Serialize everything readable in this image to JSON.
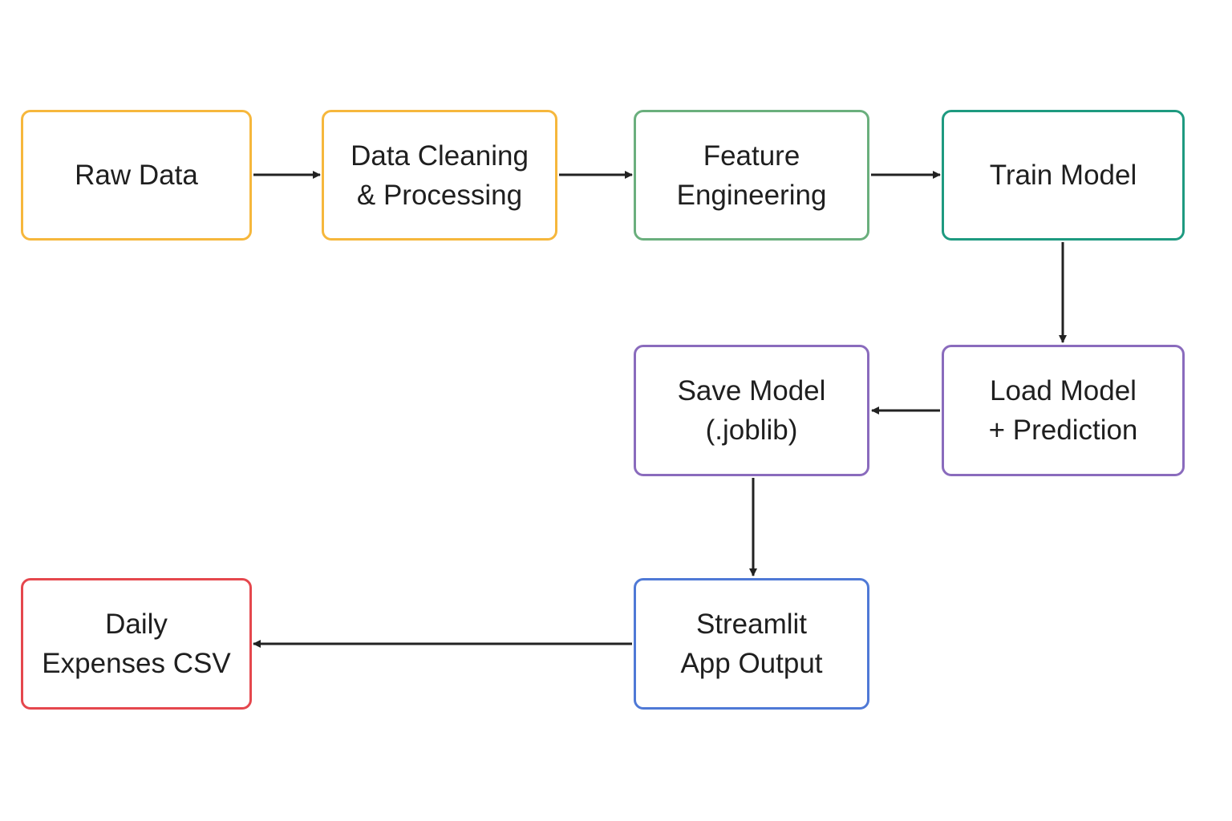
{
  "nodes": {
    "raw_data": {
      "label": "Raw Data",
      "color": "#f6b73c"
    },
    "data_cleaning": {
      "label": "Data Cleaning\n& Processing",
      "color": "#f6b73c"
    },
    "feature_engineering": {
      "label": "Feature\nEngineering",
      "color": "#6aaf7d"
    },
    "train_model": {
      "label": "Train Model",
      "color": "#1e9a80"
    },
    "load_model": {
      "label": "Load Model\n+ Prediction",
      "color": "#8a6bbd"
    },
    "save_model": {
      "label": "Save Model\n(.joblib)",
      "color": "#8a6bbd"
    },
    "streamlit_output": {
      "label": "Streamlit\nApp Output",
      "color": "#4f79d6"
    },
    "daily_expenses": {
      "label": "Daily\nExpenses CSV",
      "color": "#e5474d"
    }
  },
  "edges": [
    {
      "from": "raw_data",
      "to": "data_cleaning"
    },
    {
      "from": "data_cleaning",
      "to": "feature_engineering"
    },
    {
      "from": "feature_engineering",
      "to": "train_model"
    },
    {
      "from": "train_model",
      "to": "load_model"
    },
    {
      "from": "load_model",
      "to": "save_model"
    },
    {
      "from": "save_model",
      "to": "streamlit_output"
    },
    {
      "from": "streamlit_output",
      "to": "daily_expenses"
    }
  ],
  "arrow_color": "#222222"
}
